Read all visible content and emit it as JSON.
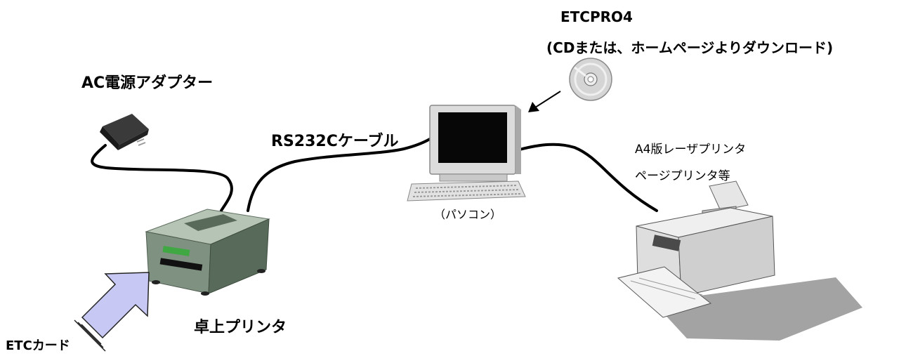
{
  "software": {
    "name": "ETCPRO4",
    "source": "(CDまたは、ホームページよりダウンロード)",
    "cd_icon": "cd-disc-icon"
  },
  "adapter": {
    "label": "AC電源アダプター",
    "icon": "ac-adapter-icon"
  },
  "cable": {
    "label": "RS232Cケーブル"
  },
  "pc": {
    "label": "（パソコン）",
    "icon": "personal-computer-icon"
  },
  "laser_printer": {
    "label_line1": "A4版レーザプリンタ",
    "label_line2": "ページプリンタ等",
    "icon": "laser-printer-icon"
  },
  "desktop_printer": {
    "label": "卓上プリンタ",
    "icon": "receipt-printer-icon"
  },
  "etc_card": {
    "label": "ETCカード",
    "icon": "card-insert-arrow-icon"
  },
  "colors": {
    "arrow_fill": "#c8c8f4",
    "printer_body": "#7f9181",
    "monitor_frame": "#d9d9d9",
    "laser_shadow": "#9a9a9a"
  }
}
